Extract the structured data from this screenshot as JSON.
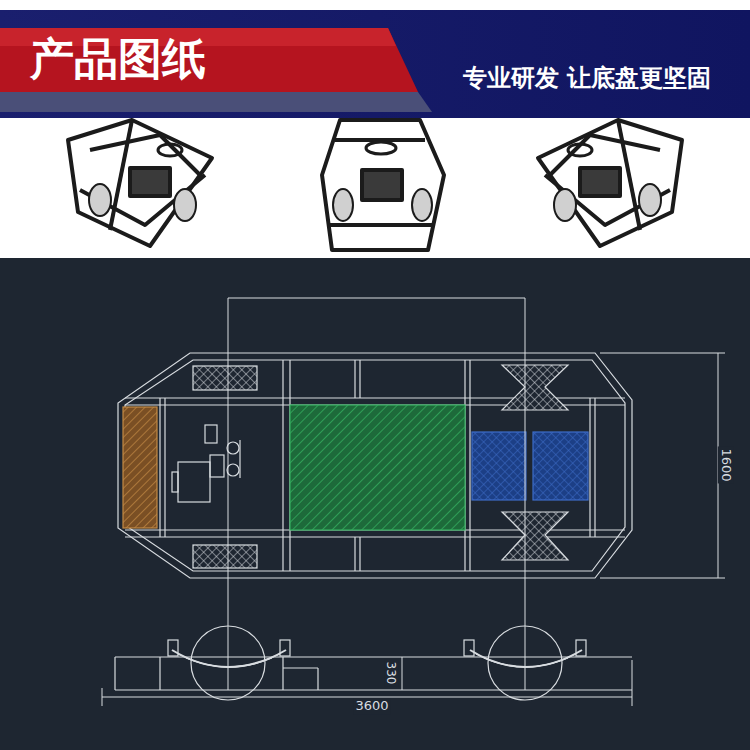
{
  "diagram": {
    "title": "产品图纸",
    "labels": [
      "专业研发 让底盘更坚固",
      "1600",
      "330",
      "3600"
    ]
  }
}
